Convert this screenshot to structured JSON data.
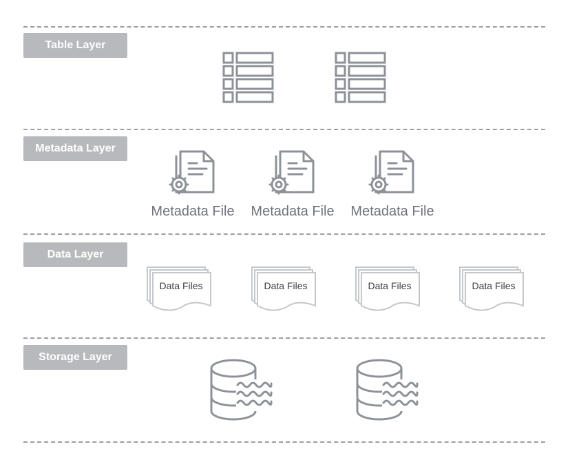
{
  "colors": {
    "label_bg": "#b8b9bc",
    "label_text": "#ffffff",
    "icon_stroke": "#8d9198",
    "datafile_stroke": "#c4c7cb",
    "divider": "#9a9ea5",
    "caption_text": "#6e727a"
  },
  "layers": {
    "table": {
      "label": "Table Layer",
      "icons": [
        "table-icon",
        "table-icon"
      ]
    },
    "metadata": {
      "label": "Metadata Layer",
      "files": [
        {
          "icon": "metadata-file-gear-icon",
          "caption": "Metadata File"
        },
        {
          "icon": "metadata-file-gear-icon",
          "caption": "Metadata File"
        },
        {
          "icon": "metadata-file-gear-icon",
          "caption": "Metadata File"
        }
      ]
    },
    "data": {
      "label": "Data Layer",
      "files": [
        {
          "icon": "stacked-pages-icon",
          "caption": "Data Files"
        },
        {
          "icon": "stacked-pages-icon",
          "caption": "Data Files"
        },
        {
          "icon": "stacked-pages-icon",
          "caption": "Data Files"
        },
        {
          "icon": "stacked-pages-icon",
          "caption": "Data Files"
        }
      ]
    },
    "storage": {
      "label": "Storage Layer",
      "icons": [
        "database-icon",
        "database-icon"
      ]
    }
  }
}
